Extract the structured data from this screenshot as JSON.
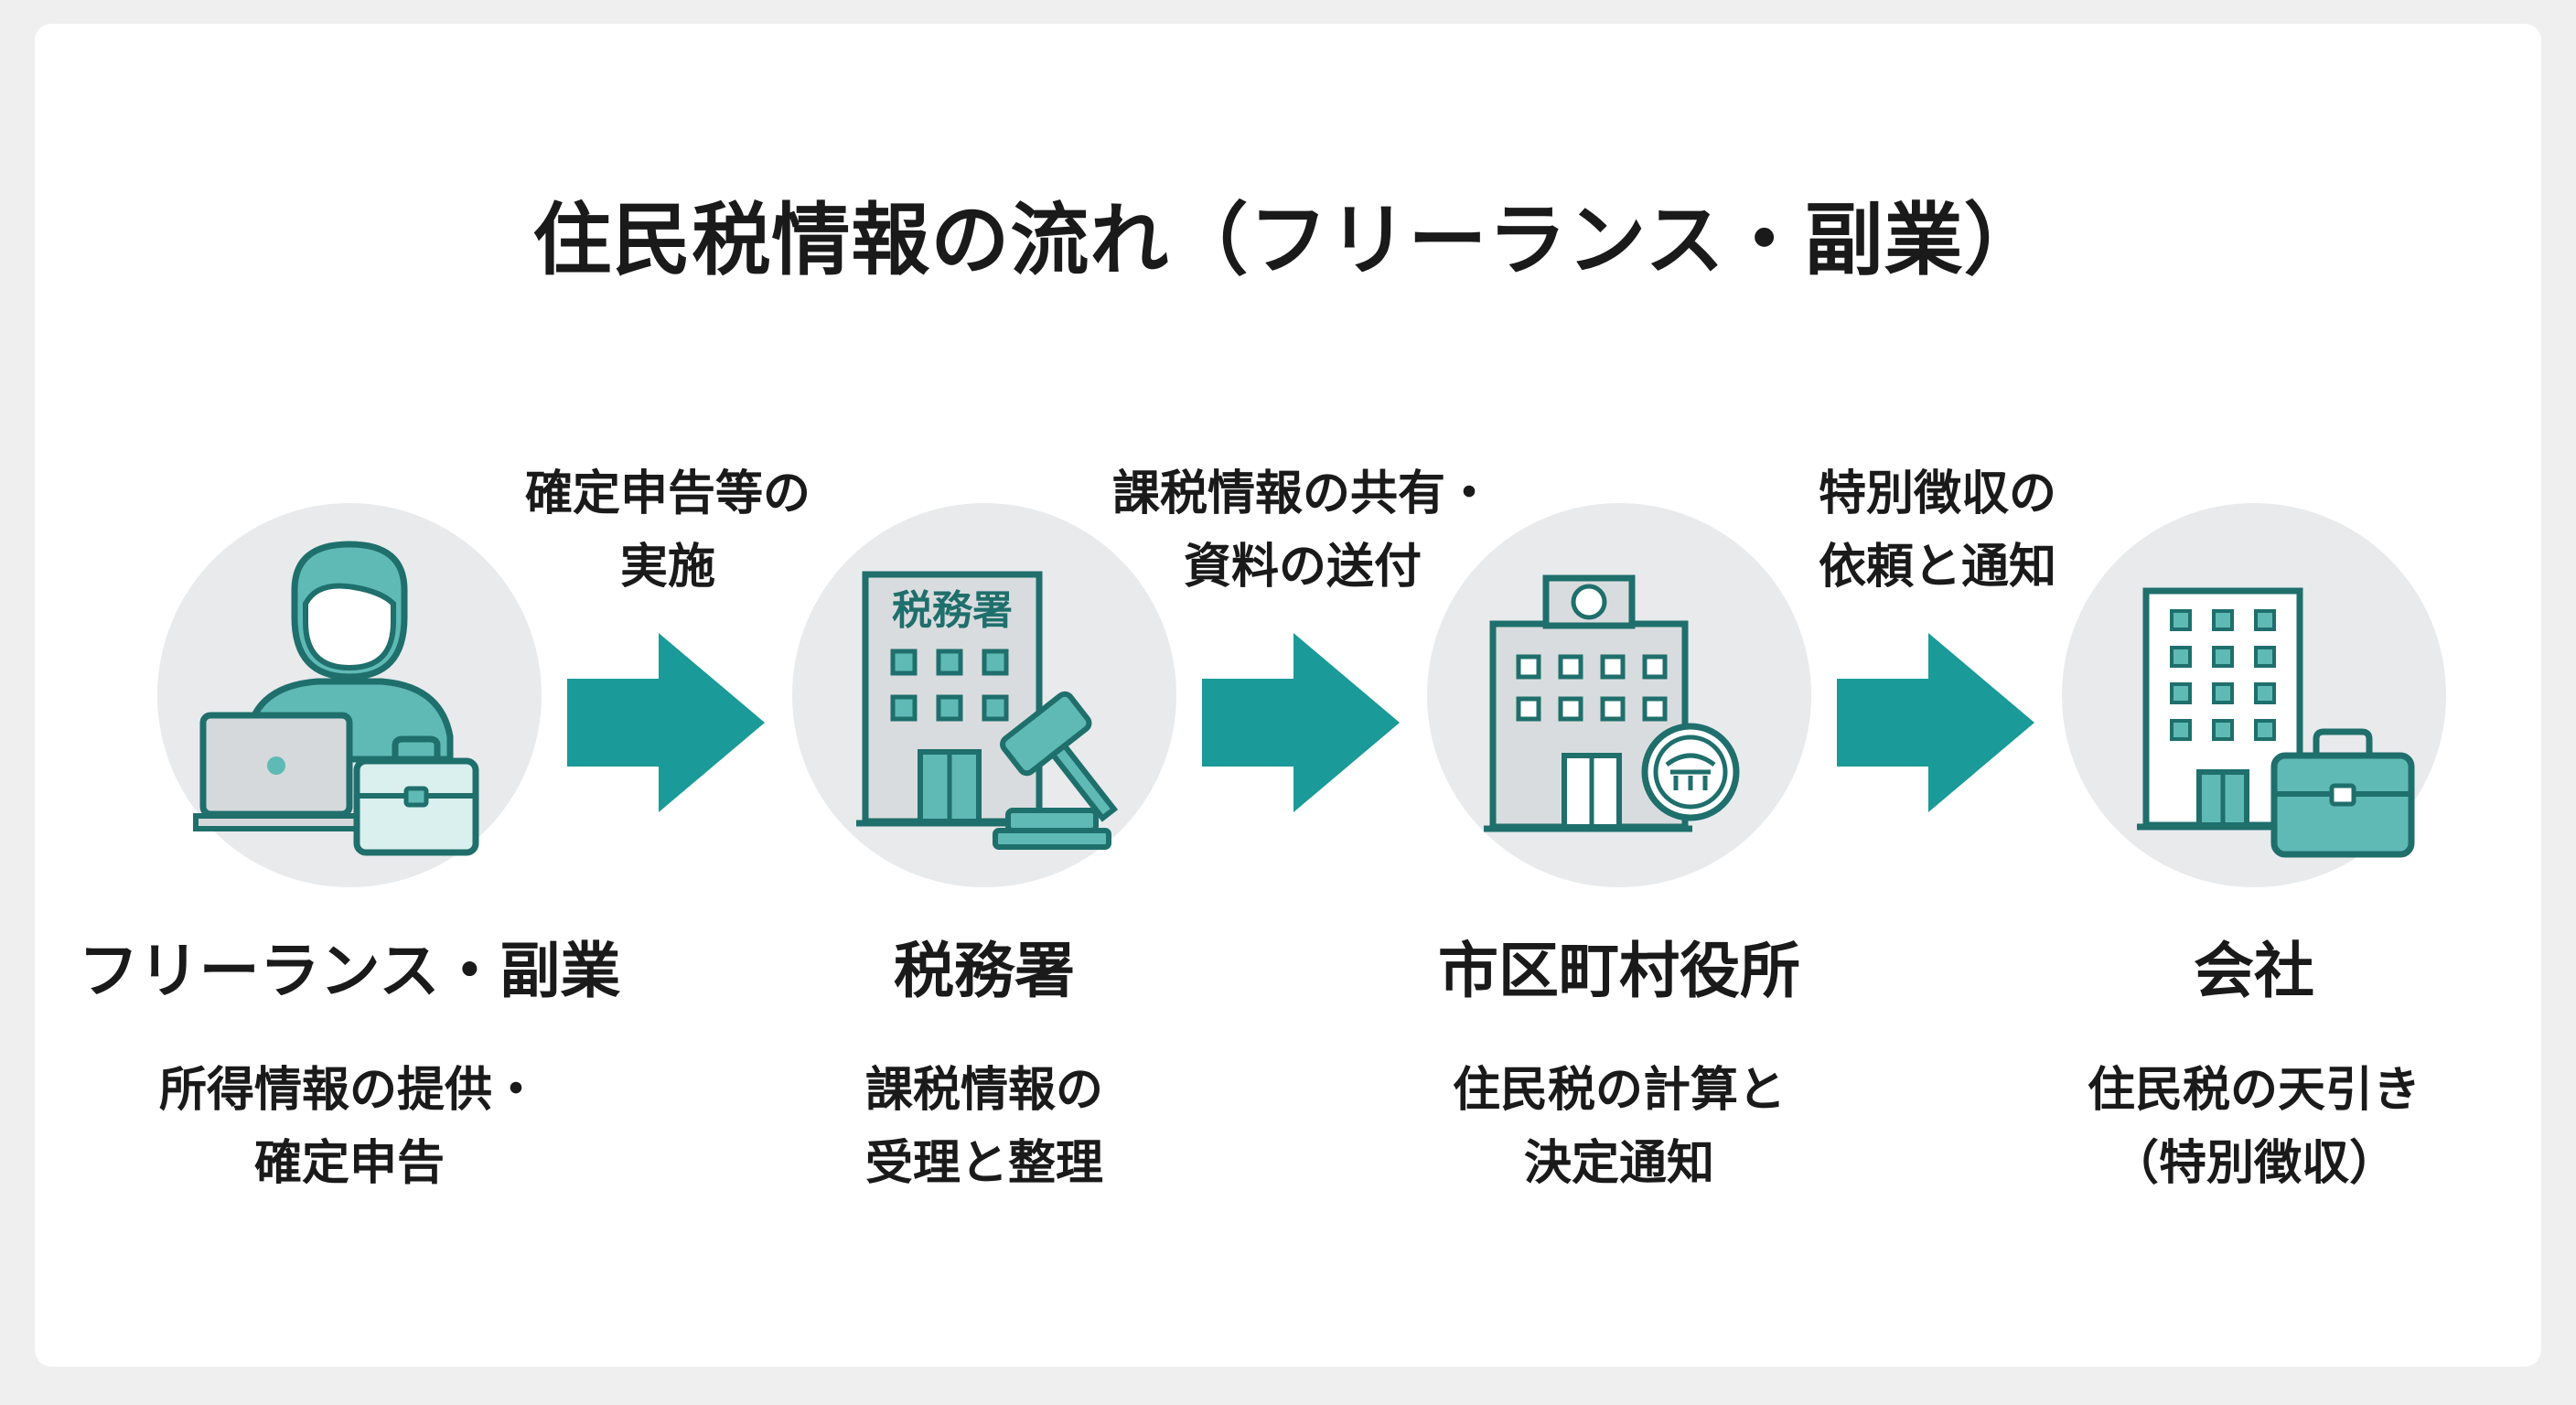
{
  "title": "住民税情報の流れ（フリーランス・副業）",
  "colors": {
    "accent": "#1a9a98",
    "icon_fill": "#5fbab5",
    "icon_stroke": "#1f6f6c",
    "circle_bg": "#e8eaec",
    "building_fill": "#d9dcde"
  },
  "nodes": [
    {
      "icon": "freelancer-laptop-briefcase-icon",
      "label": "フリーランス・副業",
      "desc": [
        "所得情報の提供・",
        "確定申告"
      ]
    },
    {
      "icon": "tax-office-building-gavel-icon",
      "sign": "税務署",
      "label": "税務署",
      "desc": [
        "課税情報の",
        "受理と整理"
      ]
    },
    {
      "icon": "city-hall-building-seal-icon",
      "label": "市区町村役所",
      "desc": [
        "住民税の計算と",
        "決定通知"
      ]
    },
    {
      "icon": "company-building-briefcase-icon",
      "label": "会社",
      "desc": [
        "住民税の天引き",
        "（特別徴収）"
      ]
    }
  ],
  "edges": [
    {
      "icon": "arrow-right-icon",
      "label": [
        "確定申告等の",
        "実施"
      ]
    },
    {
      "icon": "arrow-right-icon",
      "label": [
        "課税情報の共有・",
        "資料の送付"
      ]
    },
    {
      "icon": "arrow-right-icon",
      "label": [
        "特別徴収の",
        "依頼と通知"
      ]
    }
  ]
}
